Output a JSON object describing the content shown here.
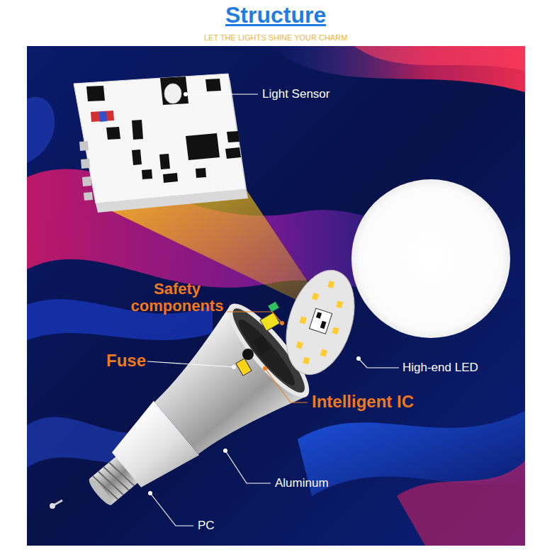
{
  "diagram": {
    "title": "Structure",
    "labels": [
      "LET THE LIGHTS SHINE YOUR CHARM",
      "Light Sensor",
      "Safety components",
      "Fuse",
      "High-end LED",
      "Intelligent IC",
      "Aluminum",
      "PC"
    ]
  }
}
